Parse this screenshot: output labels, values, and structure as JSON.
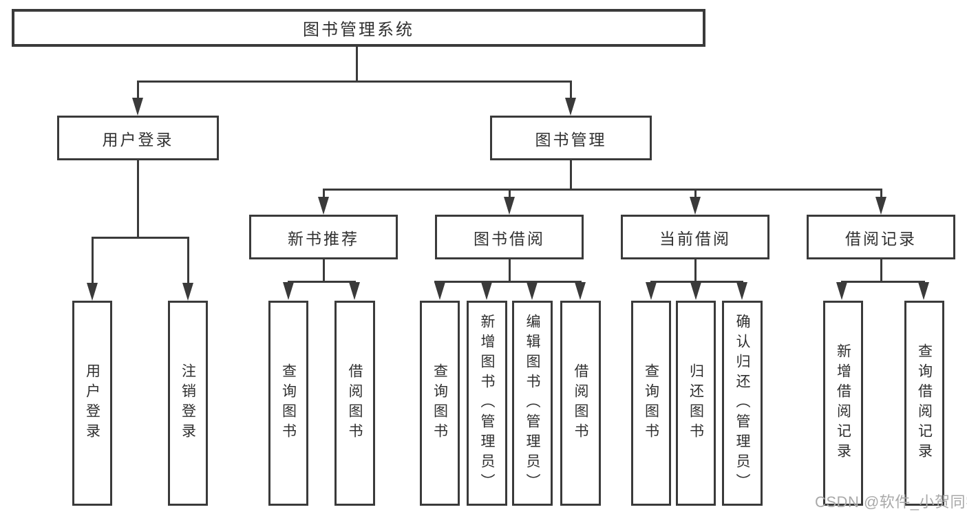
{
  "tree": {
    "label": "图书管理系统",
    "children": [
      {
        "label": "用户登录",
        "children": [
          {
            "label": "用户登录"
          },
          {
            "label": "注销登录"
          }
        ]
      },
      {
        "label": "图书管理",
        "children": [
          {
            "label": "新书推荐",
            "children": [
              {
                "label": "查询图书"
              },
              {
                "label": "借阅图书"
              }
            ]
          },
          {
            "label": "图书借阅",
            "children": [
              {
                "label": "查询图书"
              },
              {
                "label": "新增图书（管理员）"
              },
              {
                "label": "编辑图书（管理员）"
              },
              {
                "label": "借阅图书"
              }
            ]
          },
          {
            "label": "当前借阅",
            "children": [
              {
                "label": "查询图书"
              },
              {
                "label": "归还图书"
              },
              {
                "label": "确认归还（管理员）"
              }
            ]
          },
          {
            "label": "借阅记录",
            "children": [
              {
                "label": "新增借阅记录"
              },
              {
                "label": "查询借阅记录"
              }
            ]
          }
        ]
      }
    ]
  },
  "watermark": "CSDN @软件_小贺同学",
  "colors": {
    "line": "#3a3a3a",
    "text": "#303030",
    "watermark": "#a9a9a9",
    "background": "#ffffff"
  }
}
